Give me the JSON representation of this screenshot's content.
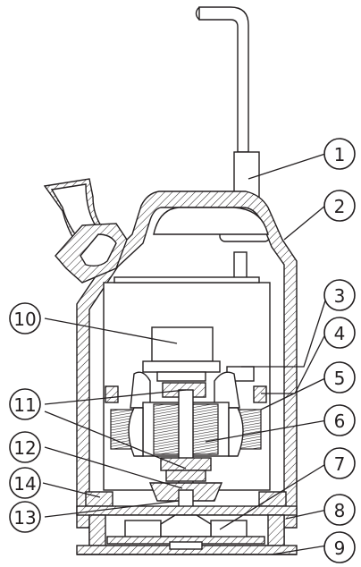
{
  "callouts": [
    {
      "id": "callout-1",
      "label": "1"
    },
    {
      "id": "callout-2",
      "label": "2"
    },
    {
      "id": "callout-3",
      "label": "3"
    },
    {
      "id": "callout-4",
      "label": "4"
    },
    {
      "id": "callout-5",
      "label": "5"
    },
    {
      "id": "callout-6",
      "label": "6"
    },
    {
      "id": "callout-7",
      "label": "7"
    },
    {
      "id": "callout-8",
      "label": "8"
    },
    {
      "id": "callout-9",
      "label": "9"
    },
    {
      "id": "callout-10",
      "label": "10"
    },
    {
      "id": "callout-11",
      "label": "11"
    },
    {
      "id": "callout-12",
      "label": "12"
    },
    {
      "id": "callout-13",
      "label": "13"
    },
    {
      "id": "callout-14",
      "label": "14"
    }
  ],
  "colors": {
    "line": "#231f20",
    "background": "#ffffff"
  }
}
